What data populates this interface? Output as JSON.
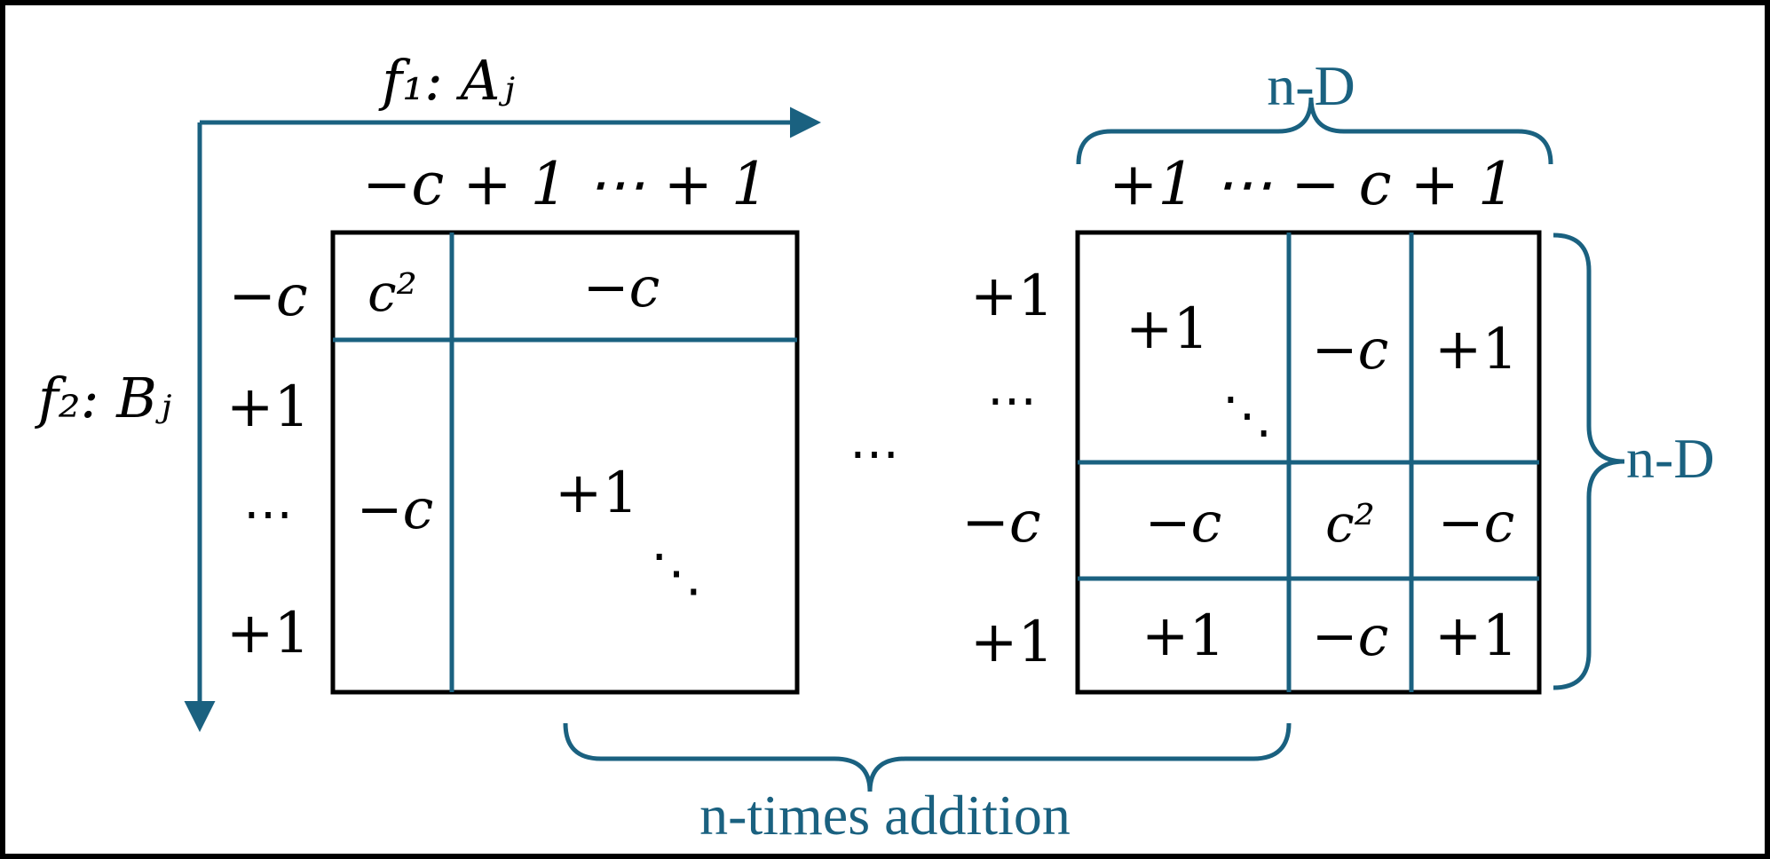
{
  "colors": {
    "accent": "#1a6180",
    "ink": "#000000",
    "background": "#ffffff"
  },
  "axes": {
    "f1_label": "f₁: Aⱼ",
    "f2_label": "f₂: Bⱼ"
  },
  "left_matrix": {
    "column_header": "−c + 1 ⋯ + 1",
    "row_headers": [
      "−c",
      "+1",
      "⋯",
      "+1"
    ],
    "cells": {
      "top_left": "c²",
      "top_right": "−c",
      "bottom_left": "−c",
      "bottom_right": "+1",
      "diagonal_dots": "⋱"
    }
  },
  "between_dots": "⋯",
  "right_matrix": {
    "column_header": "+1 ⋯ − c + 1",
    "top_brace_label": "n-D",
    "side_brace_label": "n-D",
    "row_headers": [
      "+1",
      "⋯",
      "−c",
      "+1"
    ],
    "cells": {
      "r1c1": "+1",
      "r1c1_dots": "⋱",
      "r1c2": "−c",
      "r1c3": "+1",
      "r2c1": "−c",
      "r2c2": "c²",
      "r2c3": "−c",
      "r3c1": "+1",
      "r3c2": "−c",
      "r3c3": "+1"
    }
  },
  "bottom_brace_label": "n-times addition"
}
